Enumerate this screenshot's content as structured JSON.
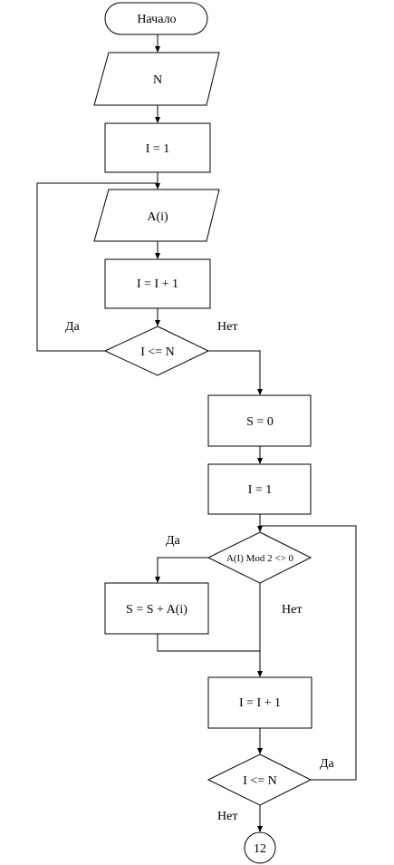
{
  "blocks": {
    "start": "Начало",
    "input_n": "N",
    "init_i_1": "I = 1",
    "input_a": "A(i)",
    "increment_i_1": "I =  I + 1",
    "cond_i_le_n_1": "I <= N",
    "init_s": "S = 0",
    "init_i_2": "I = 1",
    "cond_mod": "A(I) Mod 2 <> 0",
    "sum": "S = S + A(i)",
    "increment_i_2": "I =  I + 1",
    "cond_i_le_n_2": "I <= N",
    "connector": "12"
  },
  "labels": {
    "yes_1": "Да",
    "no_1": "Нет",
    "yes_2": "Да",
    "no_2": "Нет",
    "yes_3": "Да",
    "no_3": "Нет"
  },
  "colors": {
    "stroke": "#000000",
    "fill": "#ffffff"
  }
}
